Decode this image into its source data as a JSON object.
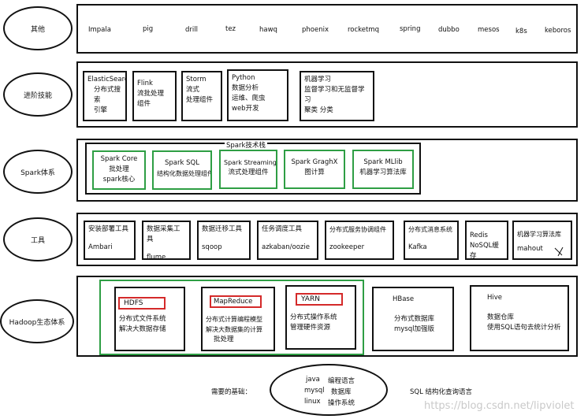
{
  "categories": {
    "others": "其他",
    "advanced": "进阶技能",
    "spark": "Spark体系",
    "tools": "工具",
    "hadoop": "Hadoop生态体系"
  },
  "others_items": [
    "Impala",
    "pig",
    "drill",
    "tez",
    "hawq",
    "phoenix",
    "rocketmq",
    "spring",
    "dubbo",
    "mesos",
    "k8s",
    "keboros"
  ],
  "advanced_items": [
    {
      "lines": [
        "ElasticSearch",
        "分布式搜索",
        "引擎"
      ]
    },
    {
      "lines": [
        "Flink",
        "流批处理",
        "组件"
      ]
    },
    {
      "lines": [
        "Storm",
        "流式",
        "处理组件"
      ]
    },
    {
      "lines": [
        "Python",
        "数据分析",
        "运维、爬虫",
        "web开发"
      ]
    },
    {
      "lines": [
        "机器学习",
        "监督学习和无监督学习",
        "聚类 分类",
        "....."
      ]
    }
  ],
  "spark_stack": {
    "label": "Spark技术栈",
    "items": [
      {
        "title": "Spark Core",
        "lines": [
          "批处理",
          "spark核心"
        ]
      },
      {
        "title": "Spark SQL",
        "lines": [
          "结构化数据处理组件"
        ]
      },
      {
        "title": "Spark Streaming",
        "lines": [
          "流式处理组件"
        ]
      },
      {
        "title": "Spark  GraghX",
        "lines": [
          "图计算"
        ]
      },
      {
        "title": "Spark MLlib",
        "lines": [
          "机器学习算法库"
        ]
      }
    ]
  },
  "tools_items": [
    {
      "title": "安装部署工具",
      "sub": "Ambari"
    },
    {
      "title": "数据采集工具",
      "sub": "flume"
    },
    {
      "title": "数据迁移工具",
      "sub": "sqoop"
    },
    {
      "title": "任务调度工具",
      "sub": "azkaban/oozie"
    },
    {
      "title": "分布式服务协调组件",
      "sub": "zookeeper"
    },
    {
      "title": "分布式消息系统",
      "sub": "Kafka"
    },
    {
      "title": "Redis",
      "sub": "NoSQL缓存"
    },
    {
      "title": "机器学习算法库",
      "sub": "mahout"
    }
  ],
  "hadoop_items": [
    {
      "title": "HDFS",
      "lines": [
        "分布式文件系统",
        "解决大数据存储"
      ]
    },
    {
      "title": "MapReduce",
      "lines": [
        "分布式计算编程模型",
        "解决大数据集的计算",
        "批处理"
      ]
    },
    {
      "title": "YARN",
      "lines": [
        "分布式操作系统",
        "管理硬件资源"
      ]
    },
    {
      "title": "HBase",
      "lines": [
        "分布式数据库",
        "mysql加强版"
      ]
    },
    {
      "title": "Hive",
      "lines": [
        "数据仓库",
        "使用SQL语句去统计分析"
      ]
    }
  ],
  "foundation": {
    "label": "需要的基础：",
    "items": [
      {
        "name": "java",
        "desc": "编程语言"
      },
      {
        "name": "mysql",
        "desc": "数据库"
      },
      {
        "name": "linux",
        "desc": "操作系统"
      }
    ],
    "sql_note": "SQL 结构化查询语言"
  },
  "watermark": "https://blog.csdn.net/lipviolet",
  "colors": {
    "border": "#111111",
    "green": "#2e9e44",
    "red": "#d42a2a",
    "watermark": "#c9c9c9"
  }
}
